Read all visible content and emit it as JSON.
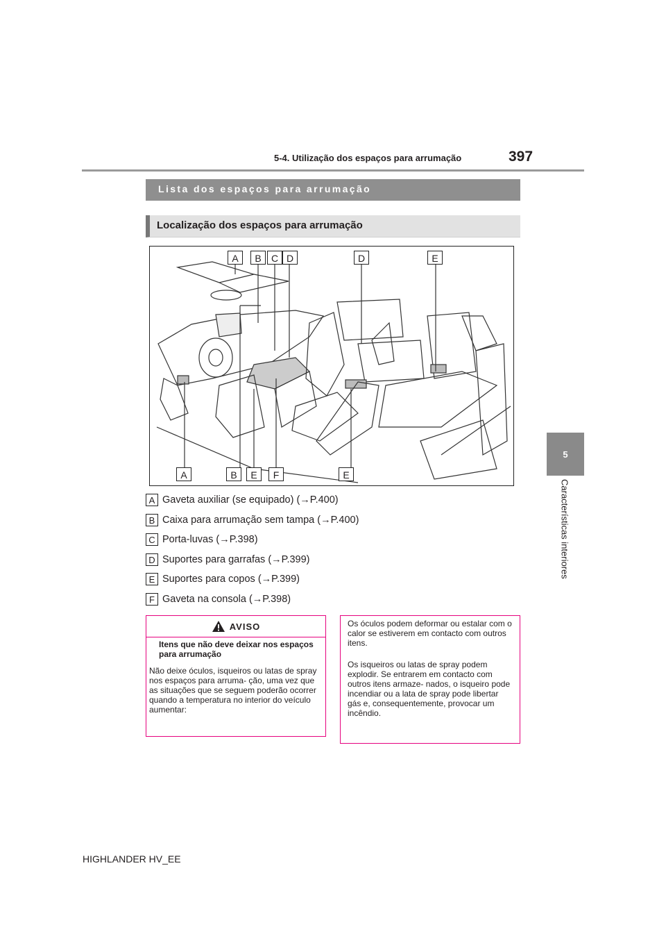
{
  "header": {
    "section_title": "5-4. Utilização dos espaços para arrumação",
    "page_number": "397"
  },
  "side_tab": {
    "chapter_number": "5",
    "chapter_title": "Características interiores"
  },
  "main_heading": "Lista dos espaços para arrumação",
  "sub_heading": "Localização dos espaços para arrumação",
  "figure": {
    "top_callouts": [
      "A",
      "B",
      "C",
      "D",
      "D",
      "E"
    ],
    "bottom_callouts": [
      "A",
      "B",
      "E",
      "F",
      "E"
    ]
  },
  "legend": [
    {
      "letter": "A",
      "text": "Gaveta auxiliar (se equipado) (→P.400)"
    },
    {
      "letter": "B",
      "text": "Caixa para arrumação sem tampa (→P.400)"
    },
    {
      "letter": "C",
      "text": "Porta-luvas (→P.398)"
    },
    {
      "letter": "D",
      "text": "Suportes para garrafas (→P.399)"
    },
    {
      "letter": "E",
      "text": "Suportes para copos (→P.399)"
    },
    {
      "letter": "F",
      "text": "Gaveta na consola (→P.398)"
    }
  ],
  "warning": {
    "title": "AVISO",
    "subtitle": "Itens que não deve deixar nos espaços para arrumação",
    "body": "Não deixe óculos, isqueiros ou latas de spray nos espaços para arruma- ção, uma vez que as situações que se seguem poderão ocorrer quando a temperatura no interior do veículo aumentar:"
  },
  "warning_continued": {
    "paragraph_1": "Os óculos podem deformar ou estalar com o calor se estiverem em contacto com outros itens.",
    "paragraph_2": "Os isqueiros ou latas de spray podem explodir. Se entrarem em contacto com outros itens armaze- nados, o isqueiro pode incendiar ou a lata de spray pode libertar gás e, consequentemente, provocar um incêndio."
  },
  "footer": {
    "model": "HIGHLANDER HV_EE"
  },
  "colors": {
    "warning_border": "#e6007e",
    "heading_bg": "#8f8f8f",
    "subheading_bg": "#e2e2e2"
  }
}
